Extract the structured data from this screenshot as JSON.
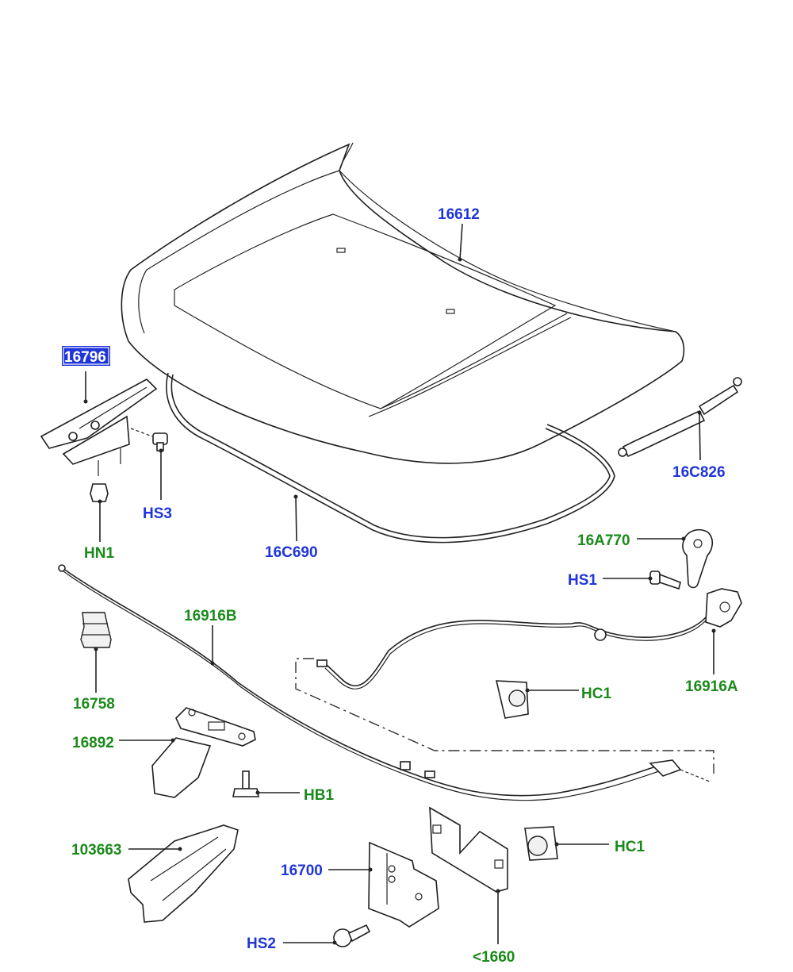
{
  "colors": {
    "blue_label": "#1f35d8",
    "green_label": "#1a8a1a",
    "highlight_bg": "#1f35d8",
    "highlight_text": "#ffffff",
    "line": "#222222"
  },
  "labels": {
    "hood": "16612",
    "hinge": "16796",
    "hinge_bolt": "HS3",
    "hinge_nut": "HN1",
    "seal": "16C690",
    "strut": "16C826",
    "release_handle": "16A770",
    "handle_screw": "HS1",
    "cable_front": "16916B",
    "bumper": "16758",
    "cable_rear": "16916A",
    "clip_upper": "HC1",
    "support_bracket": "16892",
    "bracket_bolt": "HB1",
    "clip_lower": "HC1",
    "cover": "103663",
    "latch": "16700",
    "latch_screw": "HS2",
    "shield": "<1660"
  }
}
